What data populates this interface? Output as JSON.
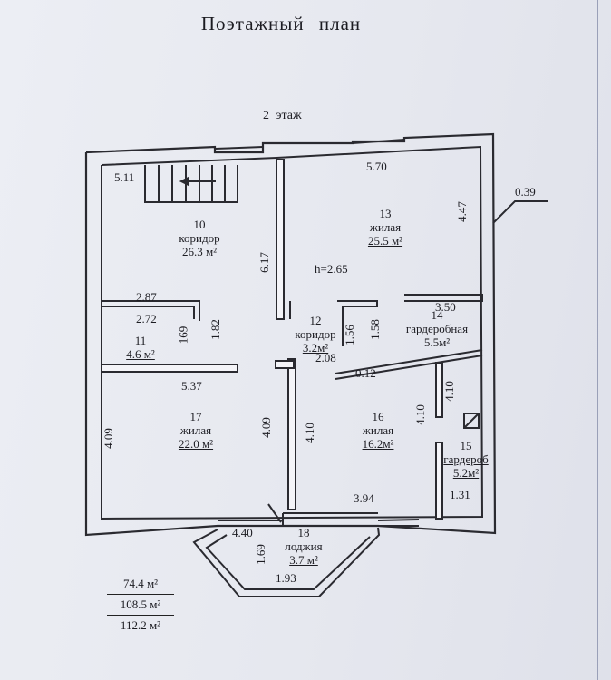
{
  "title": "Поэтажный план",
  "floor_label": "2 этаж",
  "rooms": [
    {
      "num": "10",
      "name": "коридор",
      "area": "26.3 м²"
    },
    {
      "num": "13",
      "name": "жилая",
      "area": "25.5 м²"
    },
    {
      "num": "11",
      "area": "4.6 м²"
    },
    {
      "num": "12",
      "name": "коридор",
      "area": "3.2м²"
    },
    {
      "num": "14",
      "name": "гардеробная",
      "area": "5.5м²"
    },
    {
      "num": "17",
      "name": "жилая",
      "area": "22.0 м²"
    },
    {
      "num": "16",
      "name": "жилая",
      "area": "16.2м²"
    },
    {
      "num": "15",
      "name": "гардероб",
      "area": "5.2м²"
    },
    {
      "num": "18",
      "name": "лоджия",
      "area": "3.7 м²"
    }
  ],
  "dimensions": {
    "stair_width": "5.11",
    "top_right_width": "5.70",
    "right_wall": "4.47",
    "wall_thickness": "0.39",
    "corridor_height": "6.17",
    "ceiling_height": "h=2.65",
    "room11_top": "2.87",
    "room11_width": "2.72",
    "room11_height_a": "169",
    "room11_height_b": "1.82",
    "room12_width": "2.08",
    "room12_height": "1.56",
    "room14_height": "1.58",
    "room14_width": "3.50",
    "offset": "0.12",
    "room17_width": "5.37",
    "room17_left": "4.09",
    "room17_right": "4.09",
    "room16_left": "4.10",
    "room16_right": "4.10",
    "room15_side": "4.10",
    "room16_width": "3.94",
    "room15_width": "1.31",
    "loggia_width": "4.40",
    "loggia_depth": "1.69",
    "loggia_front": "1.93"
  },
  "totals": [
    "74.4 м²",
    "108.5 м²",
    "112.2 м²"
  ]
}
